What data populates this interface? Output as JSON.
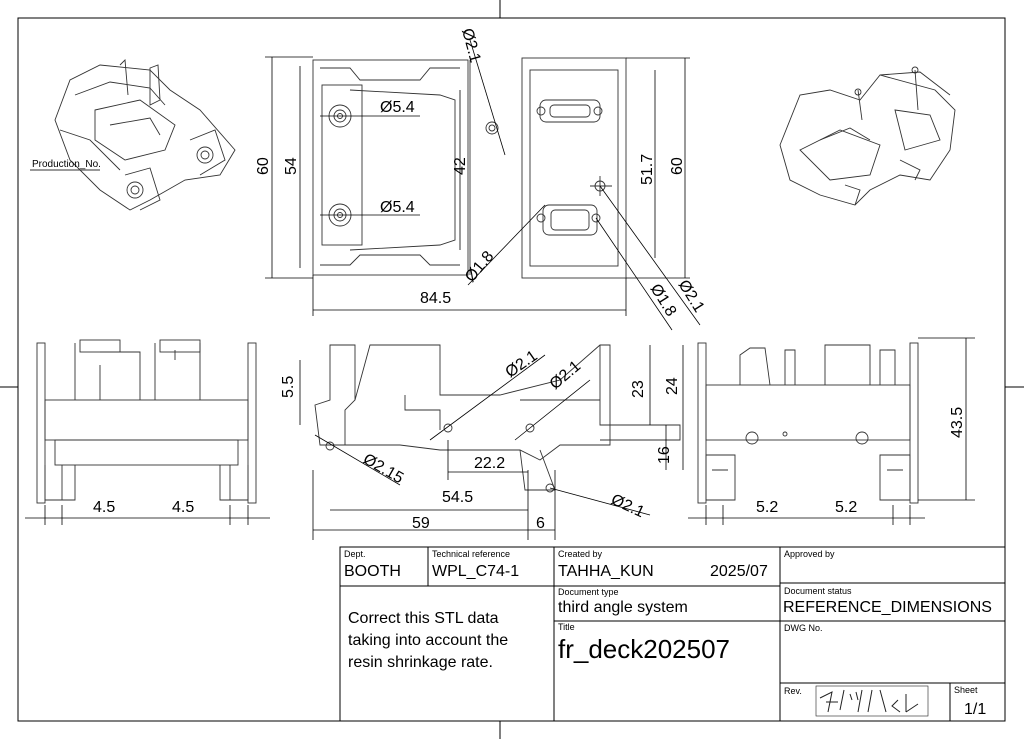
{
  "title_block": {
    "dept_label": "Dept.",
    "dept": "BOOTH",
    "tech_ref_label": "Technical reference",
    "tech_ref": "WPL_C74-1",
    "created_by_label": "Created by",
    "created_by": "TAHHA_KUN",
    "created_date": "2025/07",
    "approved_by_label": "Approved by",
    "doc_type_label": "Document type",
    "doc_type": "third angle system",
    "doc_status_label": "Document status",
    "doc_status": "REFERENCE_DIMENSIONS",
    "title_label": "Title",
    "title": "fr_deck202507",
    "dwg_no_label": "DWG No.",
    "rev_label": "Rev.",
    "signature_text": "タッハくん",
    "sheet_label": "Sheet",
    "sheet": "1/1",
    "note_lines": [
      "Correct this STL data",
      "taking into account the",
      "resin shrinkage rate."
    ]
  },
  "iso_label": "Production_No.",
  "dimensions": {
    "top": {
      "d21": "Ø2.1",
      "d54a": "Ø5.4",
      "d54b": "Ø5.4",
      "h60": "60",
      "h54": "54",
      "h42": "42",
      "d18a": "Ø1.8",
      "w845": "84.5",
      "h517": "51.7",
      "h60r": "60",
      "d18b": "Ø1.8",
      "d21b": "Ø2.1"
    },
    "front": {
      "w45a": "4.5",
      "w45b": "4.5"
    },
    "side": {
      "h55": "5.5",
      "d21a": "Ø2.1",
      "d21b": "Ø2.1",
      "h23": "23",
      "h24": "24",
      "d215": "Ø2.15",
      "w222": "22.2",
      "h16": "16",
      "w545": "54.5",
      "d21c": "Ø2.1",
      "w59": "59",
      "w6": "6"
    },
    "rear": {
      "h435": "43.5",
      "w52a": "5.2",
      "w52b": "5.2"
    }
  }
}
